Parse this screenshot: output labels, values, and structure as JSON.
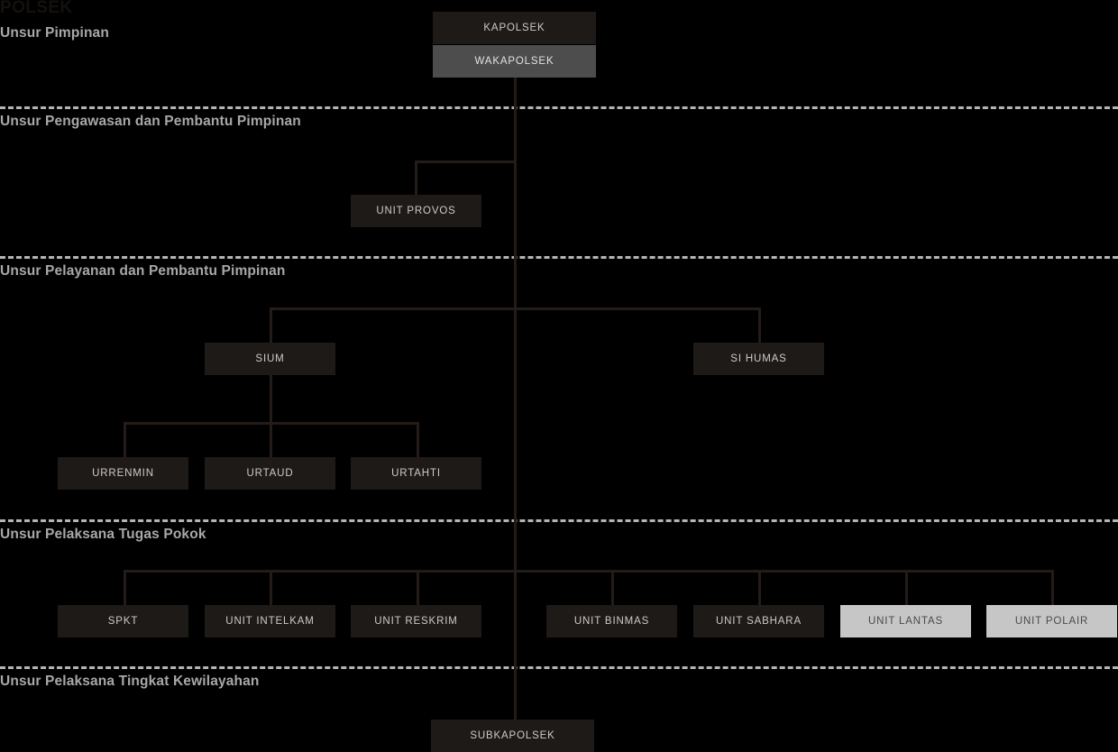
{
  "org_title": "POLSEK",
  "sections": [
    {
      "label": "Unsur Pimpinan"
    },
    {
      "label": "Unsur Pengawasan dan Pembantu Pimpinan"
    },
    {
      "label": "Unsur Pelayanan dan Pembantu Pimpinan"
    },
    {
      "label": "Unsur Pelaksana Tugas Pokok"
    },
    {
      "label": "Unsur Pelaksana Tingkat Kewilayahan"
    }
  ],
  "nodes": {
    "kapolsek": "KAPOLSEK",
    "wakapolsek": "WAKAPOLSEK",
    "unit_provos": "UNIT PROVOS",
    "sium": "SIUM",
    "si_humas": "SI HUMAS",
    "urrenmin": "URRENMIN",
    "urtaud": "URTAUD",
    "urtahti": "URTAHTI",
    "spkt": "SPKT",
    "unit_intelkam": "UNIT INTELKAM",
    "unit_reskrim": "UNIT RESKRIM",
    "unit_binmas": "UNIT BINMAS",
    "unit_sabhara": "UNIT SABHARA",
    "unit_lantas": "UNIT LANTAS",
    "unit_polair": "UNIT POLAIR",
    "subkapolsek": "SUBKAPOLSEK"
  },
  "colors": {
    "background": "#000000",
    "box_dark": "#1e1a18",
    "box_mid": "#4d4d4d",
    "box_light": "#c6c6c6",
    "line": "#231c19",
    "divider": "#b5b5b5",
    "section_text": "#a8a8a8",
    "title_text": "#15100e"
  }
}
